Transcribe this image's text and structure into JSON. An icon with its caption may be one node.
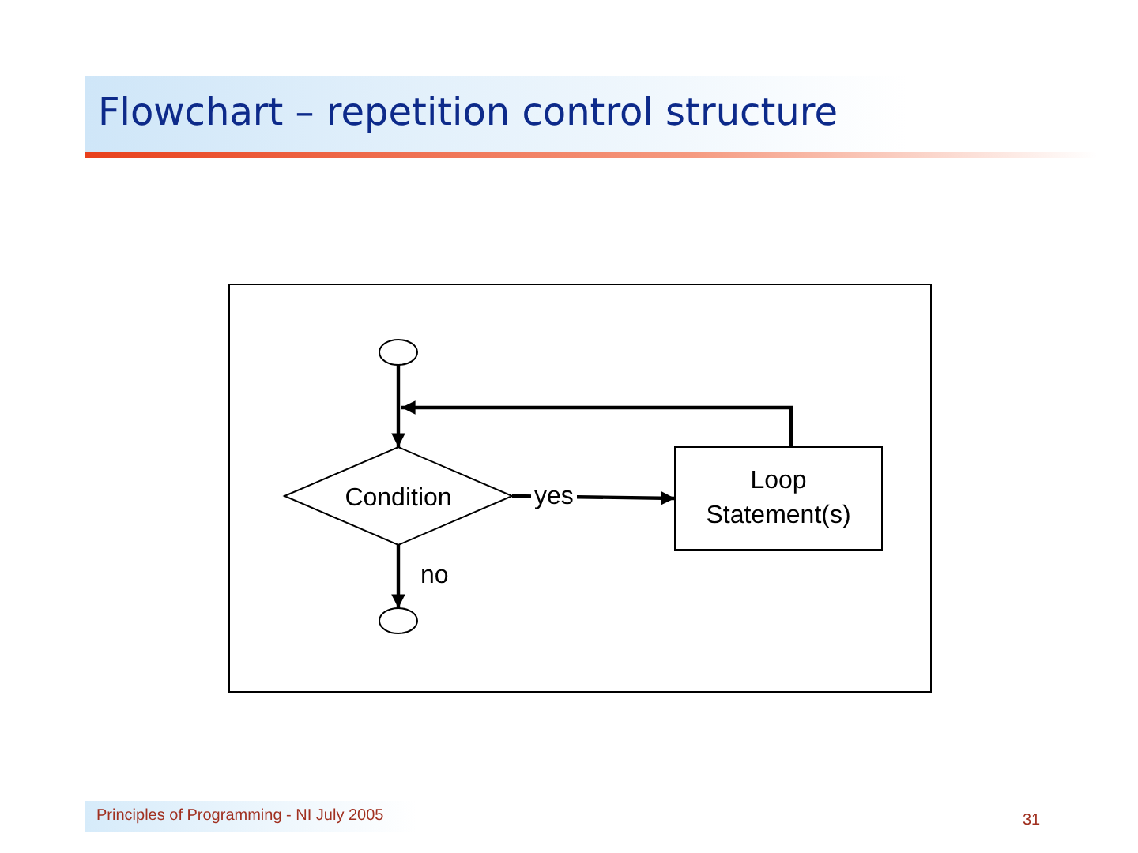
{
  "diagram": {
    "title": "Flowchart – repetition control structure",
    "nodes": [
      {
        "text": [],
        "shape": "circle"
      },
      {
        "text": [
          "Condition"
        ]
      },
      {
        "text": [
          "Loop Statement(s)"
        ]
      },
      {
        "text": [],
        "shape": "circle"
      }
    ],
    "edges": [
      {
        "from": 0,
        "to": 1,
        "arrow": "to"
      },
      {
        "from": 1,
        "to": 2,
        "arrow": "to",
        "label": "yes"
      },
      {
        "from": 2,
        "to": 1,
        "arrow": "to"
      },
      {
        "from": 1,
        "to": 3,
        "arrow": "to",
        "label": "no"
      }
    ],
    "labels": [
      "Principles of Programming - NI July 2005",
      "31"
    ]
  }
}
